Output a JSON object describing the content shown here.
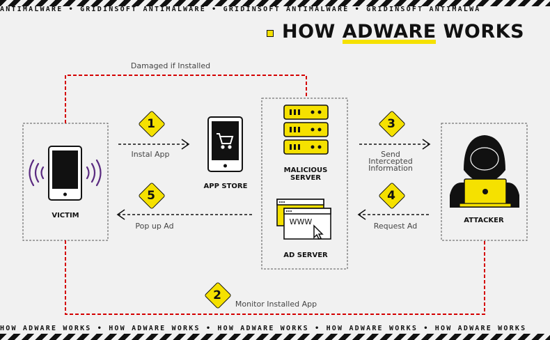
{
  "banner": {
    "top_text": "ANTIMALWARE • GRIDINSOFT ANTIMALWARE • GRIDINSOFT ANTIMALWARE • GRIDINSOFT ANTIMALWA",
    "bottom_text": "HOW ADWARE WORKS • HOW ADWARE WORKS • HOW ADWARE WORKS • HOW ADWARE WORKS • HOW ADWARE WORKS"
  },
  "title": "HOW ADWARE WORKS",
  "nodes": {
    "victim": "VICTIM",
    "app_store": "APP STORE",
    "malicious_server_line1": "MALICIOUS",
    "malicious_server_line2": "SERVER",
    "ad_server": "AD SERVER",
    "attacker": "ATTACKER",
    "www": "WWW"
  },
  "steps": [
    {
      "number": "1",
      "label": "Instal App"
    },
    {
      "number": "2",
      "label": "Monitor Installed App"
    },
    {
      "number": "3",
      "label_line1": "Send",
      "label_line2": "Intercepted",
      "label_line3": "Information"
    },
    {
      "number": "4",
      "label": "Request Ad"
    },
    {
      "number": "5",
      "label": "Pop up Ad"
    }
  ],
  "damaged_label": "Damaged if Installed",
  "colors": {
    "accent_yellow": "#f5e100",
    "red_dashed": "#d40000",
    "ink": "#111111",
    "wave_purple": "#5a2a80"
  },
  "icons": [
    "smartphone-icon",
    "signal-waves-icon",
    "shopping-cart-icon",
    "server-rack-icon",
    "browser-window-icon",
    "cursor-arrow-icon",
    "hacker-icon",
    "laptop-icon"
  ]
}
